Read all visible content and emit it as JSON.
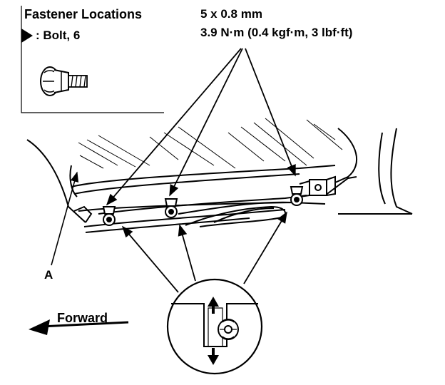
{
  "legend": {
    "title": "Fastener Locations",
    "bolt_label": ": Bolt, 6"
  },
  "spec": {
    "size": "5 x 0.8 mm",
    "torque": "3.9 N·m (0.4 kgf·m, 3 lbf·ft)"
  },
  "callouts": {
    "part_a": "A"
  },
  "direction": {
    "label": "Forward"
  },
  "icons": [
    "bolt-icon",
    "arrow-up-icon",
    "arrow-down-icon",
    "forward-arrow-icon"
  ],
  "colors": {
    "line": "#000000",
    "background": "#ffffff"
  }
}
